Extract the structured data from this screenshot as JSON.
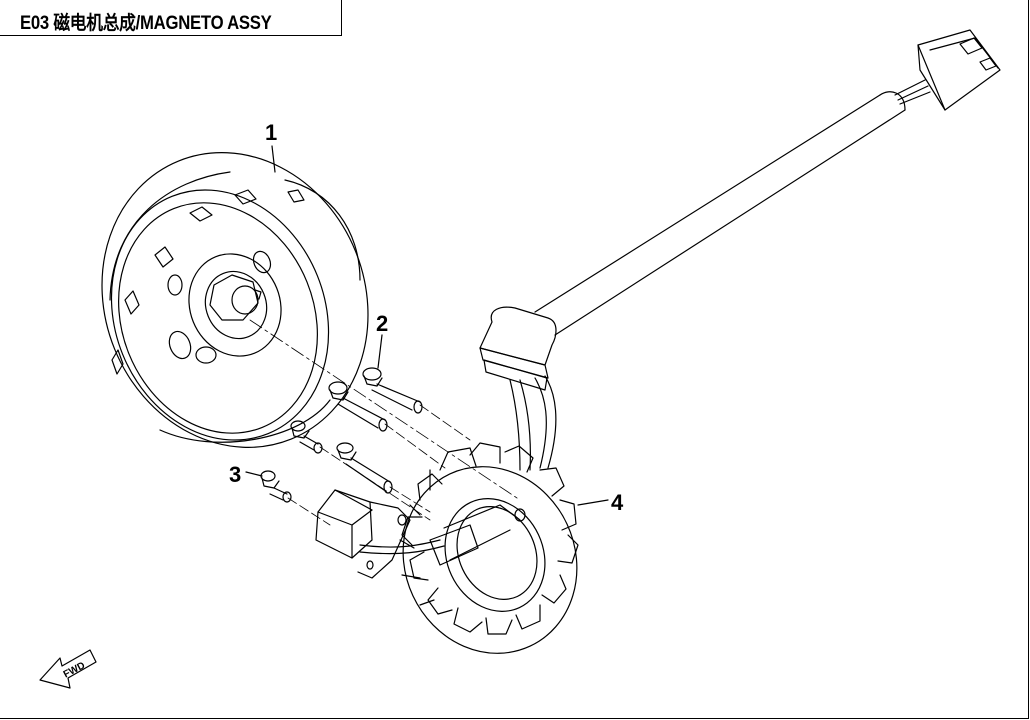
{
  "title": "E03 磁电机总成/MAGNETO ASSY",
  "callouts": [
    "1",
    "2",
    "3",
    "4"
  ],
  "fwd_label": "FWD"
}
